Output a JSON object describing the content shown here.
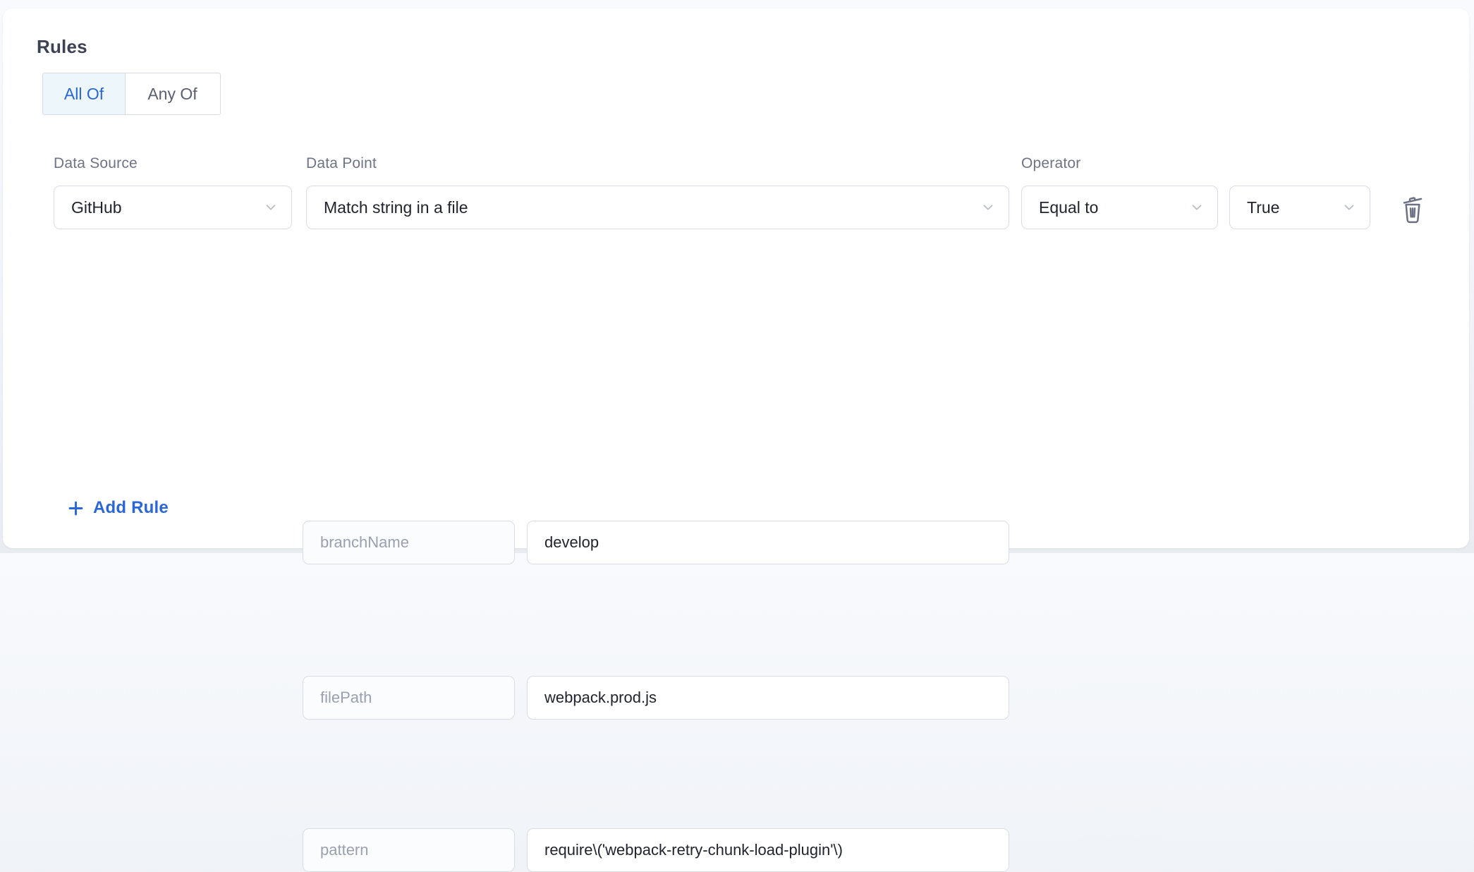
{
  "page": {
    "background_top": "#f8fafd",
    "background_bottom": "#e9ecf1",
    "card_background": "#ffffff"
  },
  "colors": {
    "accent_blue": "#2b66d9",
    "selected_segment_bg": "#edf6fa",
    "border": "#d9dce4",
    "label_gray": "#6e7387",
    "muted_key_text": "#9aa0b0",
    "value_text": "#21242f",
    "icon_gray": "#6c7186",
    "chevron_gray": "#b9bdc9"
  },
  "rules": {
    "title": "Rules",
    "match_modes": [
      {
        "label": "All Of",
        "selected": true
      },
      {
        "label": "Any Of",
        "selected": false
      }
    ],
    "rule": {
      "data_source": {
        "label": "Data Source",
        "value": "GitHub"
      },
      "data_point": {
        "label": "Data Point",
        "value": "Match string in a file"
      },
      "operator": {
        "label": "Operator",
        "value": "Equal to"
      },
      "operand": {
        "value": "True"
      },
      "params": [
        {
          "key": "branchName",
          "value": "develop"
        },
        {
          "key": "filePath",
          "value": "webpack.prod.js"
        },
        {
          "key": "pattern",
          "value": "require\\('webpack-retry-chunk-load-plugin'\\)"
        }
      ]
    },
    "add_rule_label": "Add Rule",
    "icons": {
      "delete": "trash-icon",
      "add": "plus-icon",
      "dropdown": "chevron-down-icon"
    }
  }
}
